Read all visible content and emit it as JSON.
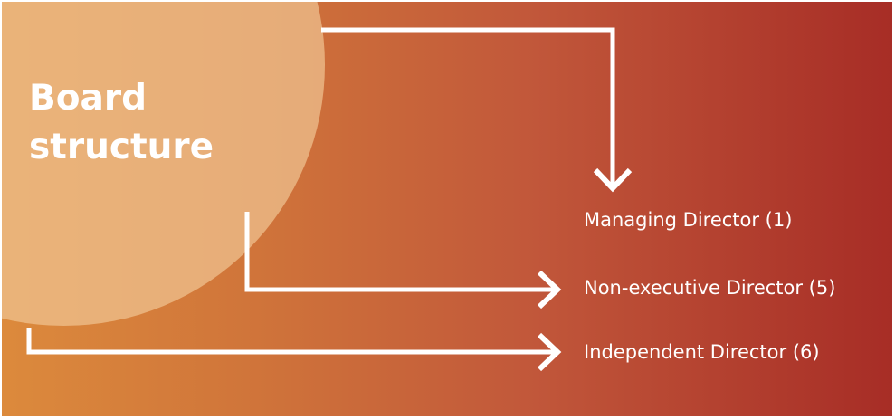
{
  "title": {
    "line1": "Board",
    "line2": "structure"
  },
  "roles": [
    {
      "label": "Managing Director (1)"
    },
    {
      "label": "Non-executive Director (5)"
    },
    {
      "label": "Independent Director (6)"
    }
  ],
  "colors": {
    "gradient_start": "#dc8a3c",
    "gradient_end": "#a72d26",
    "circle": "#f0c492",
    "arrow": "#ffffff",
    "text": "#ffffff"
  }
}
